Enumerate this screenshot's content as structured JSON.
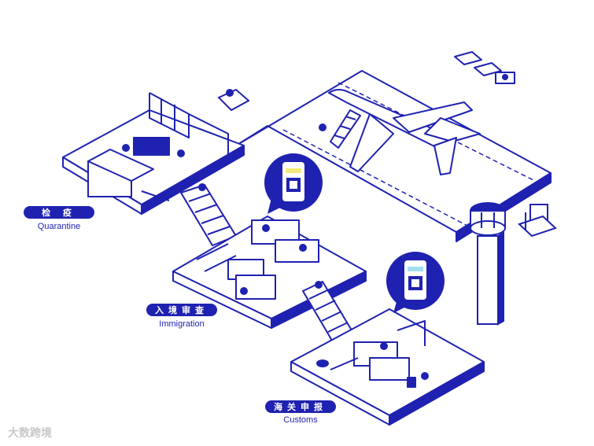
{
  "colors": {
    "primary": "#1f22b0",
    "bubble": "#1f22b0",
    "qr_tint": "#f3ea7a",
    "qr_tint2": "#9fe0f0",
    "watermark": "#c8c8c8"
  },
  "stations": [
    {
      "cn": "检 疫",
      "en": "Quarantine"
    },
    {
      "cn": "入境审查",
      "en": "Immigration"
    },
    {
      "cn": "海关申报",
      "en": "Customs"
    }
  ],
  "watermark": "大数跨境",
  "icons": [
    "airplane-icon",
    "control-tower-icon",
    "baggage-cart-icon",
    "forklift-icon",
    "phone-qr-icon"
  ]
}
